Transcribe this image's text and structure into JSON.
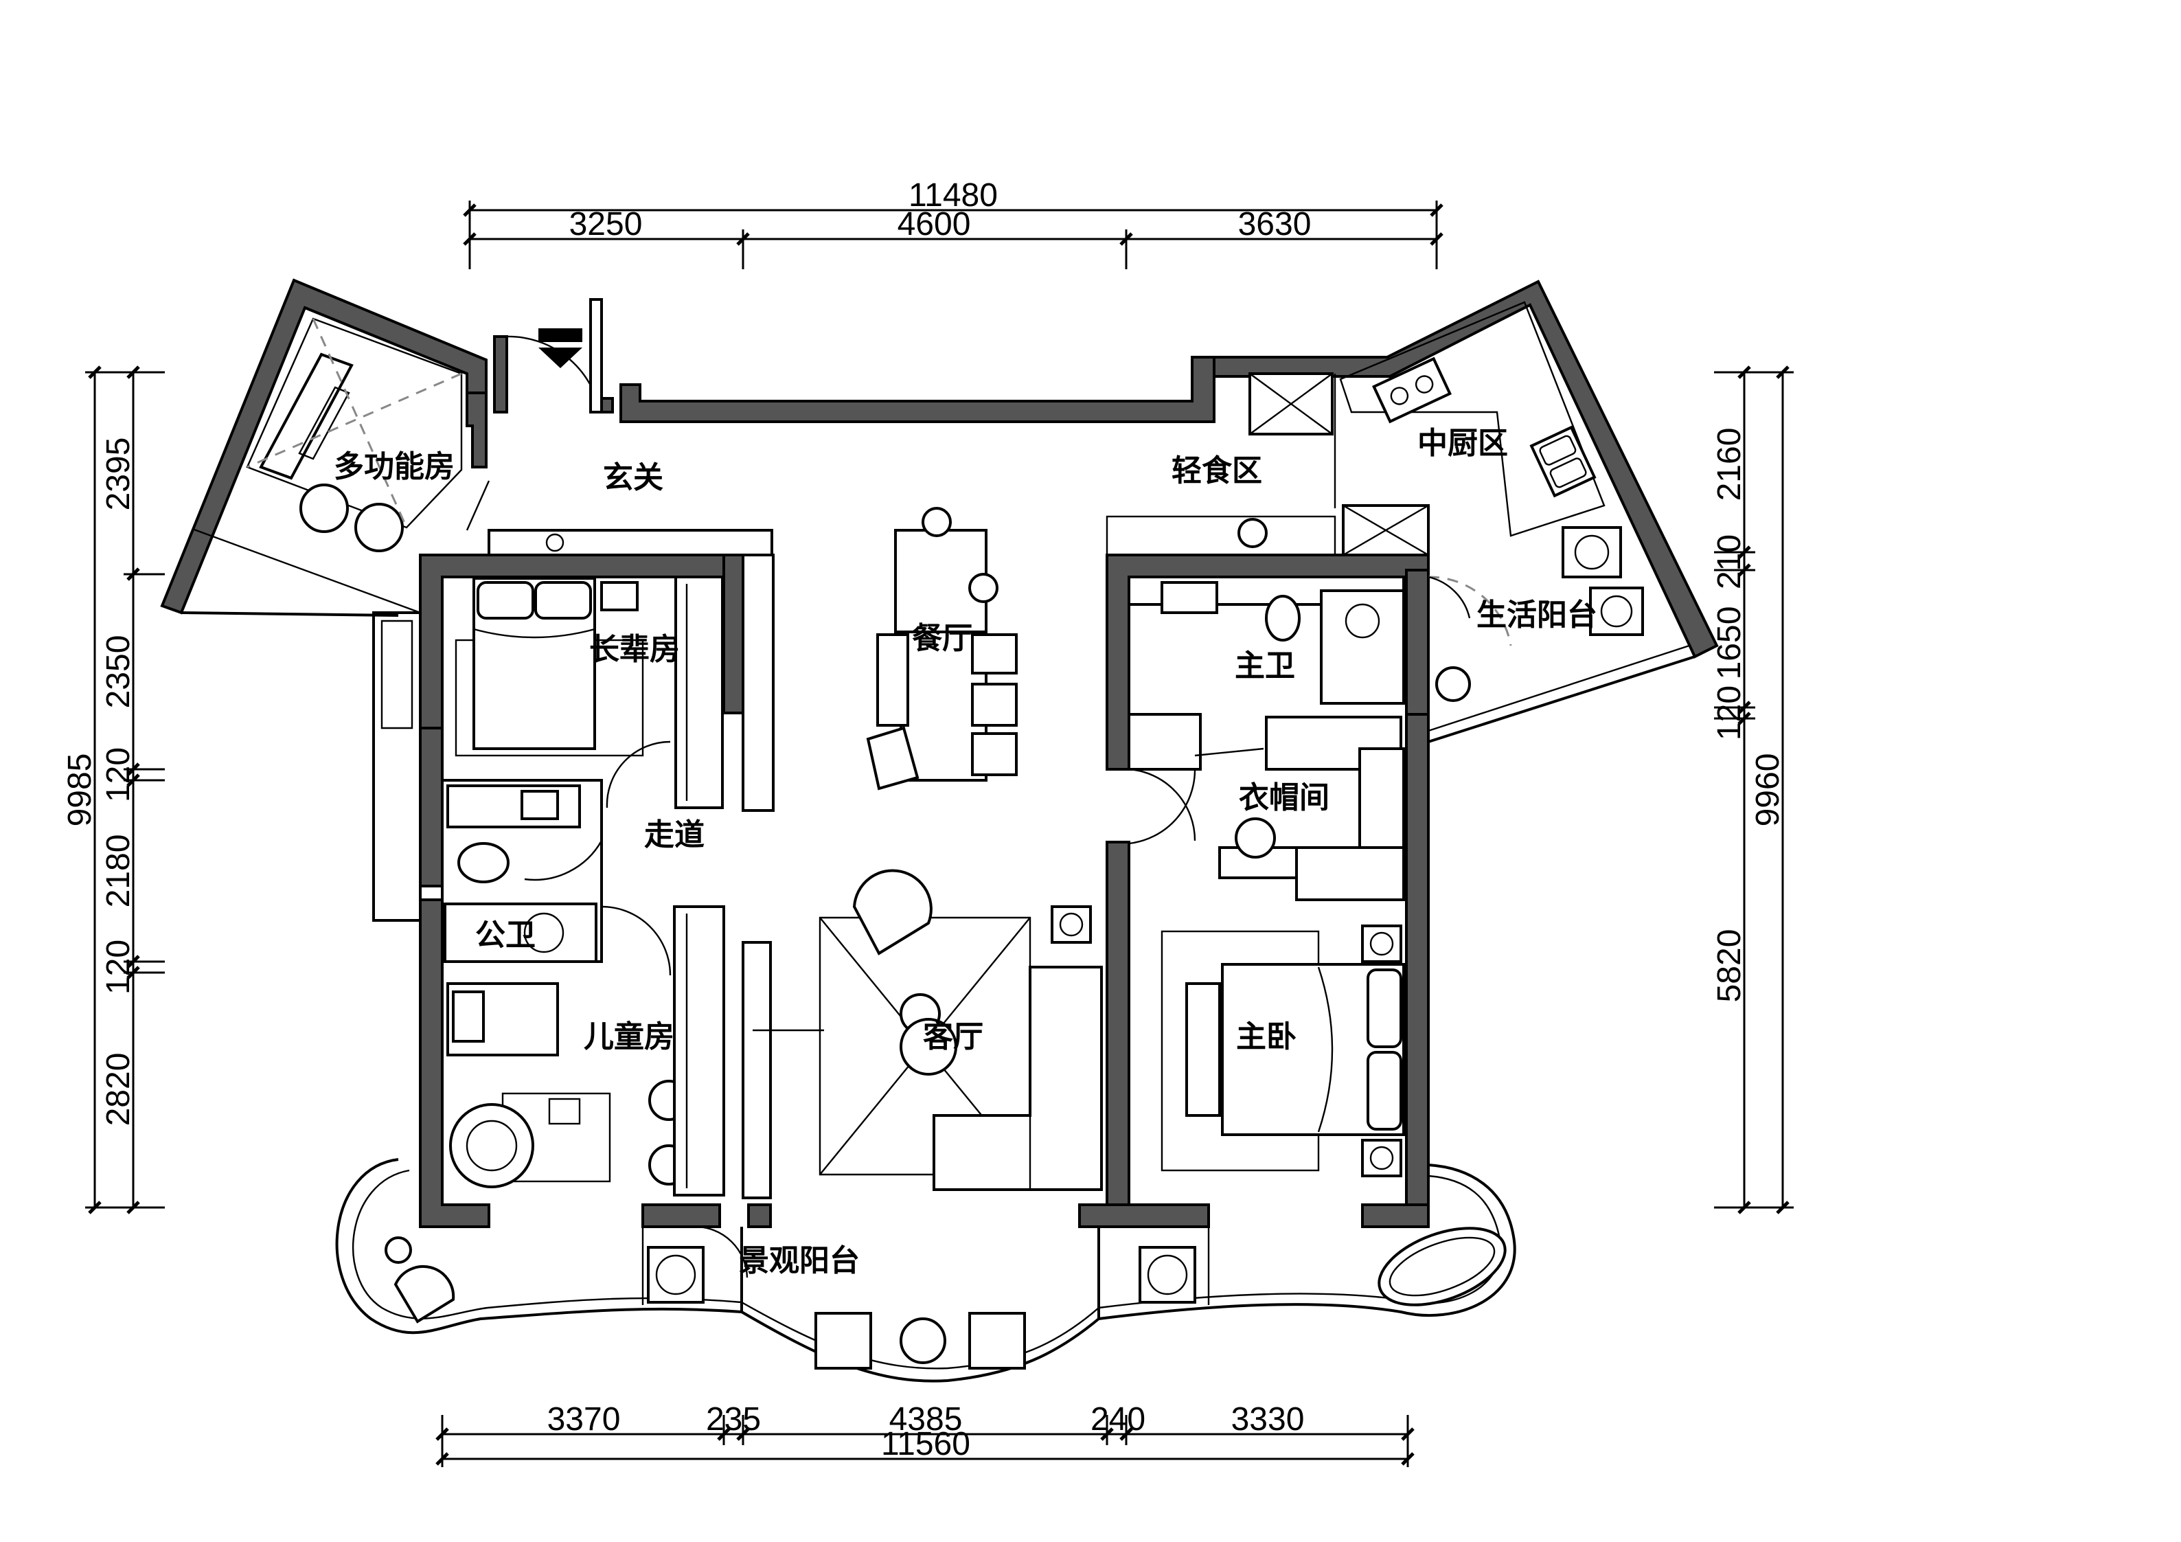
{
  "rooms": {
    "multi": "多功能房",
    "entry": "玄关",
    "dining": "餐厅",
    "snack": "轻食区",
    "kitchen": "中厨区",
    "elder": "长辈房",
    "master_bath": "主卫",
    "laundry_balcony": "生活阳台",
    "corridor": "走道",
    "closet": "衣帽间",
    "public_bath": "公卫",
    "kids": "儿童房",
    "living": "客厅",
    "master_bed": "主卧",
    "view_balcony": "景观阳台"
  },
  "dims": {
    "top_total": "11480",
    "top_1": "3250",
    "top_2": "4600",
    "top_3": "3630",
    "bottom_total": "11560",
    "bottom_1": "3370",
    "bottom_2": "235",
    "bottom_3": "4385",
    "bottom_4": "240",
    "bottom_5": "3330",
    "left_total": "9985",
    "left_1": "2395",
    "left_2": "2350",
    "left_3": "120",
    "left_4": "2180",
    "left_5": "120",
    "left_6": "2820",
    "right_total": "9960",
    "right_1": "2160",
    "right_2": "210",
    "right_3": "1650",
    "right_4": "120",
    "right_5": "5820"
  },
  "icons": [
    "entry-arrow-icon",
    "double-bed-icon",
    "toilet-icon",
    "sink-icon",
    "bathtub-icon",
    "stove-icon",
    "washing-machine-icon",
    "potted-plant-icon",
    "lounge-chair-icon",
    "oval-bathtub-icon"
  ]
}
